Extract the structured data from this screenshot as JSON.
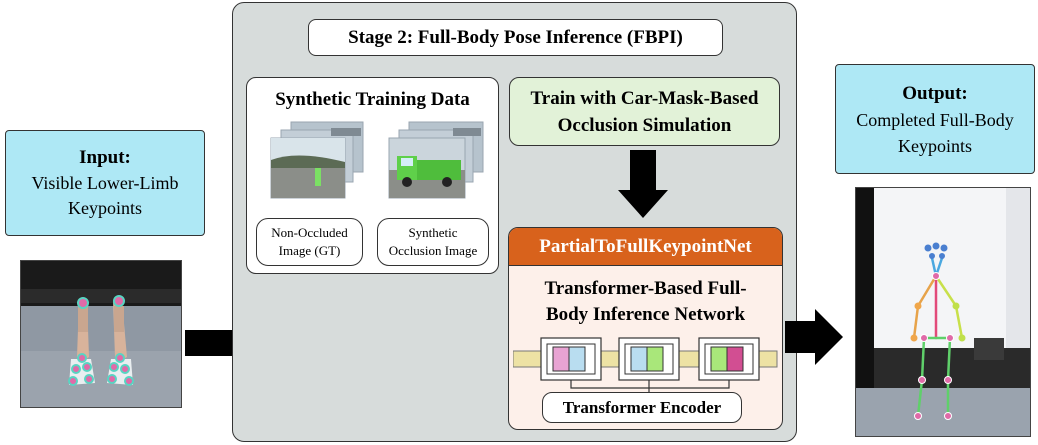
{
  "input": {
    "title": "Input:",
    "line1": "Visible Lower-Limb",
    "line2": "Keypoints"
  },
  "output": {
    "title": "Output:",
    "line1": "Completed Full-Body",
    "line2": "Keypoints"
  },
  "stage": {
    "title": "Stage 2: Full-Body Pose Inference (FBPI)",
    "training": {
      "title": "Synthetic Training Data",
      "label_left_1": "Non-Occluded",
      "label_left_2": "Image (GT)",
      "label_right_1": "Synthetic",
      "label_right_2": "Occlusion Image"
    },
    "train_box": {
      "line1": "Train with Car-Mask-Based",
      "line2": "Occlusion Simulation"
    },
    "network": {
      "name": "PartialToFullKeypointNet",
      "line1": "Transformer-Based Full-",
      "line2": "Body Inference Network",
      "encoder": "Transformer Encoder"
    }
  },
  "colors": {
    "io_box": "#aee8f5",
    "stage_bg": "#d7dcdb",
    "train_box": "#e2f2d8",
    "network_bg": "#fdf0ea",
    "network_header": "#d8621c",
    "token_bar": "#ede2a4",
    "token_pink": "#e8a3d3",
    "token_blue": "#b9ddf0",
    "token_green": "#a9e77a",
    "token_magenta": "#d24e92"
  }
}
